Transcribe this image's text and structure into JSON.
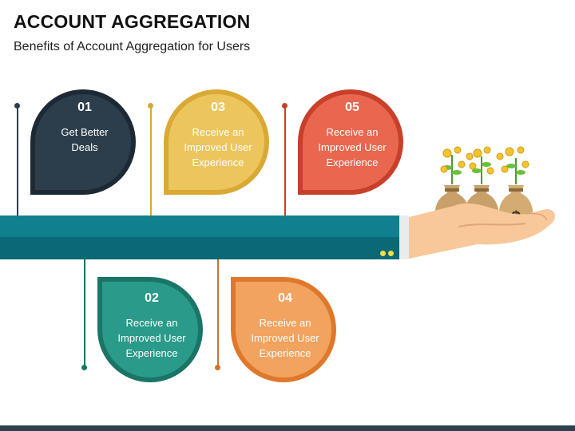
{
  "header": {
    "title": "ACCOUNT AGGREGATION",
    "subtitle": "Benefits of Account Aggregation for Users"
  },
  "colors": {
    "band_top": "#10808e",
    "band_bottom": "#0a6975",
    "card_01": "#2c3e4c",
    "card_02": "#2a9a8a",
    "card_03": "#ecc55d",
    "card_04": "#f1a35f",
    "card_05": "#e8674e"
  },
  "cards": [
    {
      "number": "01",
      "label_lines": [
        "Get Better",
        "Deals"
      ]
    },
    {
      "number": "02",
      "label_lines": [
        "Receive an",
        "Improved User",
        "Experience"
      ]
    },
    {
      "number": "03",
      "label_lines": [
        "Receive an",
        "Improved User",
        "Experience"
      ]
    },
    {
      "number": "04",
      "label_lines": [
        "Receive an",
        "Improved User",
        "Experience"
      ]
    },
    {
      "number": "05",
      "label_lines": [
        "Receive an",
        "Improved User",
        "Experience"
      ]
    }
  ],
  "illustration": {
    "icon": "hand-holding-money-bags-icon",
    "bag_symbol": "$"
  }
}
